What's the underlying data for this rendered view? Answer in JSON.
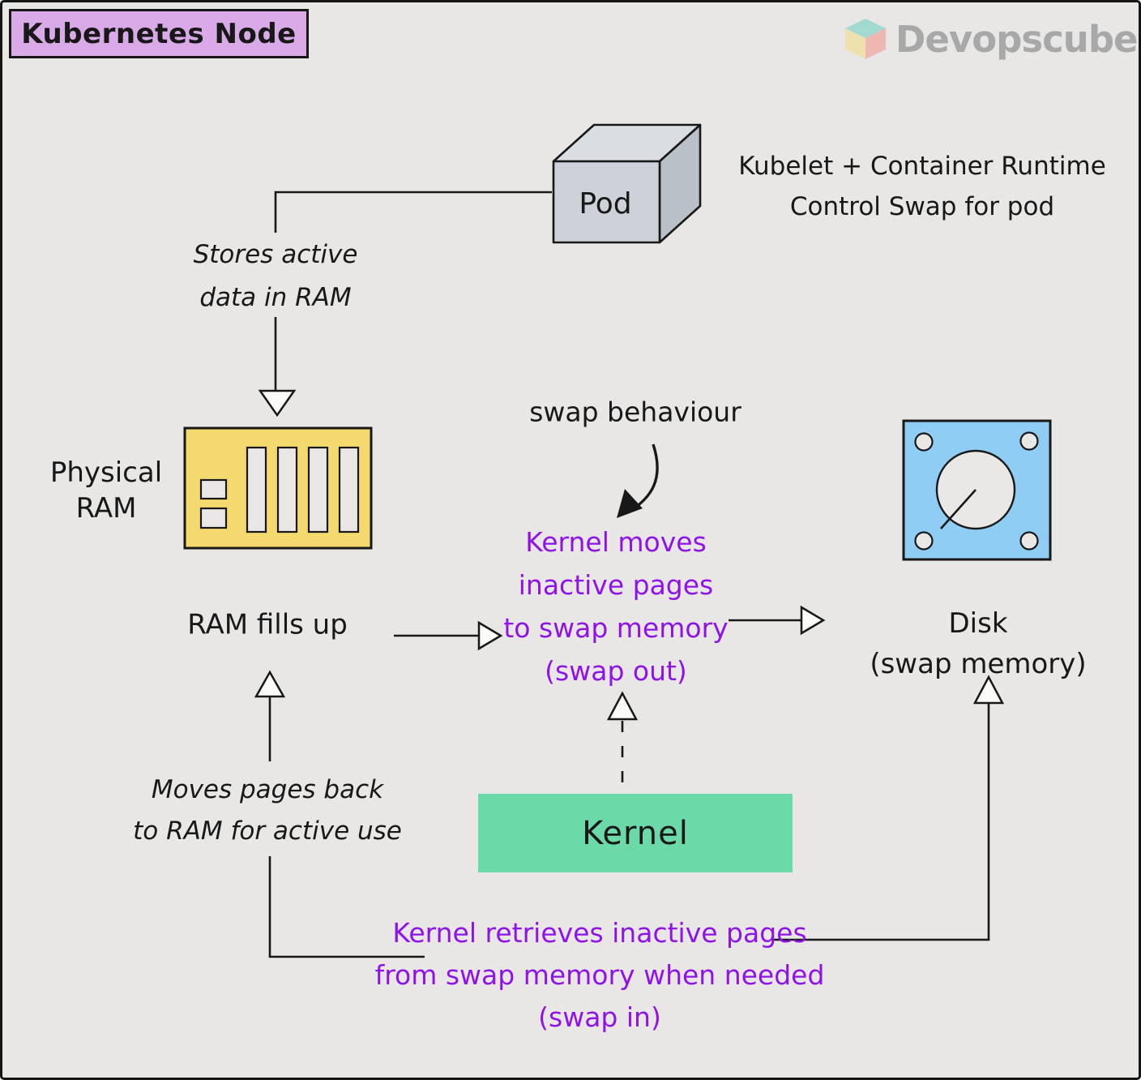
{
  "header": {
    "title": "Kubernetes Node",
    "logo_text": "Devopscube"
  },
  "nodes": {
    "pod": {
      "label": "Pod"
    },
    "physical_ram": {
      "label": "Physical\nRAM"
    },
    "disk": {
      "label": "Disk\n(swap memory)"
    },
    "kernel": {
      "label": "Kernel"
    }
  },
  "annotations": {
    "kubelet_note": "Kubelet + Container Runtime\nControl Swap for pod",
    "stores_note": "Stores active\ndata in RAM",
    "swap_behaviour": "swap behaviour",
    "ram_fills_up": "RAM fills up",
    "swap_out": "Kernel moves\ninactive pages\nto swap memory\n(swap out)",
    "moves_back": "Moves pages back\nto RAM for active use",
    "swap_in": "Kernel retrieves inactive pages\nfrom swap memory when needed\n(swap in)"
  },
  "colors": {
    "background": "#e8e7e5",
    "title_fill": "#d9a9e8",
    "purple_text": "#8f13e9",
    "ram_fill": "#f4d96e",
    "disk_fill": "#8fcdf4",
    "kernel_fill": "#6cd9a9",
    "pod_front": "#ccd2d8",
    "logo_cube_top": "#96d8cf",
    "logo_cube_left": "#f0dfa6",
    "logo_cube_right": "#efb0aa"
  }
}
